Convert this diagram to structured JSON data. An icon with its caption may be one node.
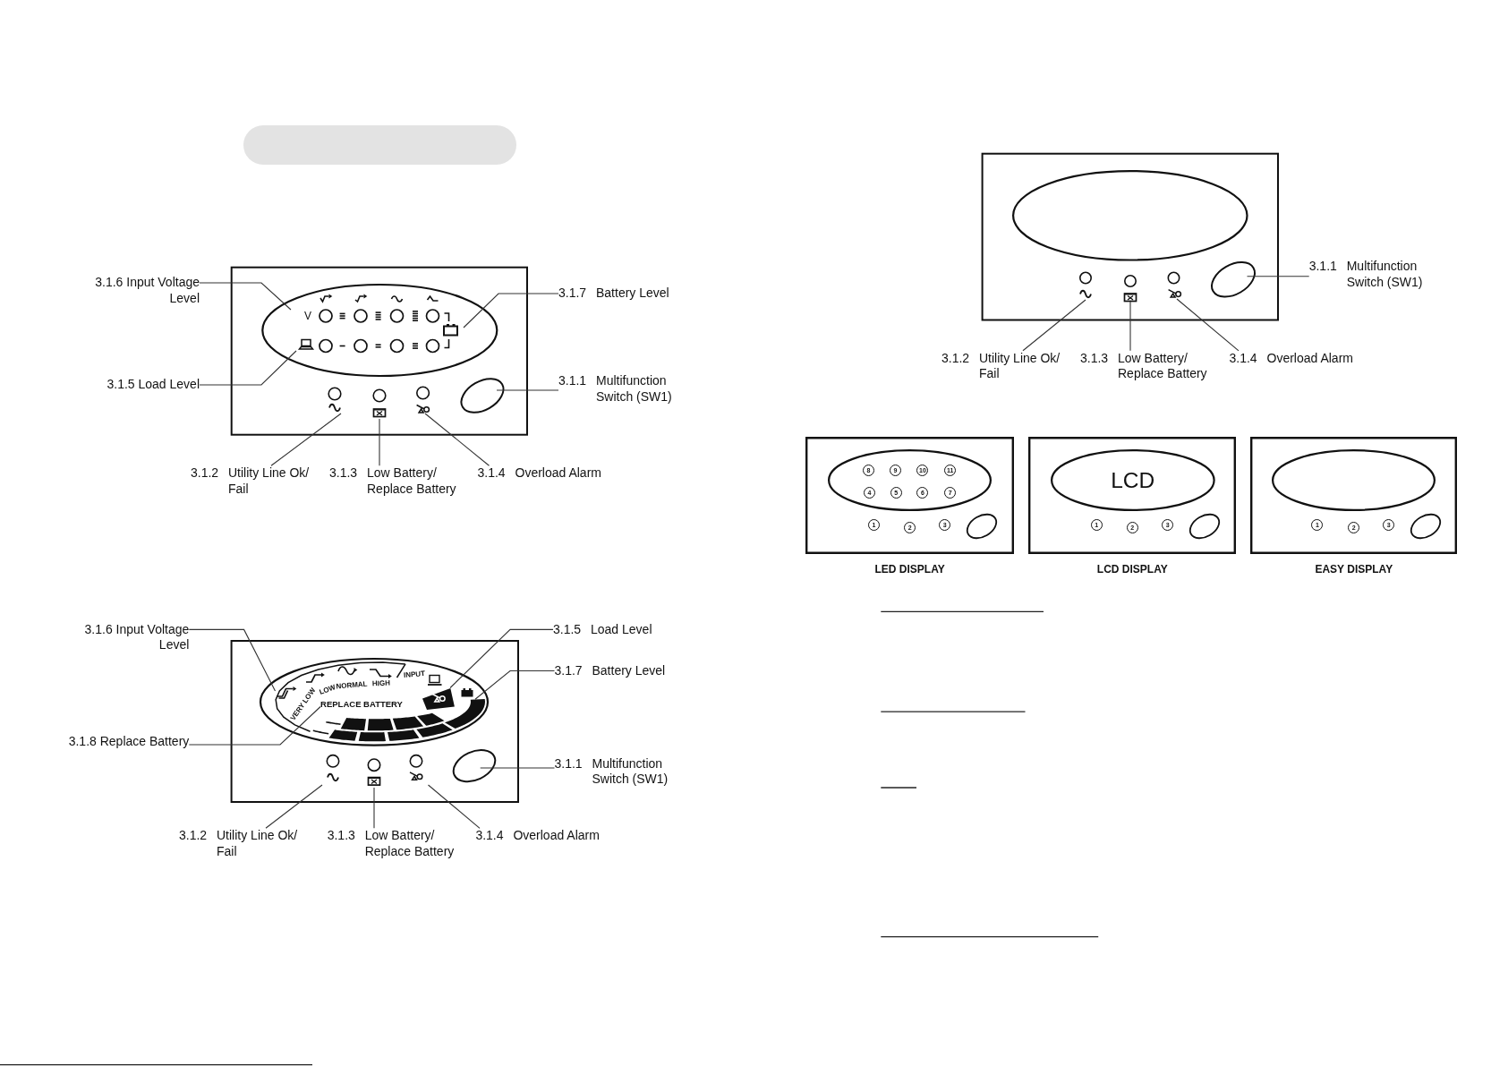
{
  "diagram": {
    "nodes": [
      {
        "text": [],
        "shape": "bar"
      },
      {
        "text": [
          "3.1.6 Input Voltage Level"
        ]
      },
      {
        "text": [
          "3.1.7",
          "Battery Level"
        ]
      },
      {
        "text": [
          "3.1.5 Load Level"
        ]
      },
      {
        "text": [
          "3.1.1",
          "Multifunction Switch (SW1)"
        ]
      },
      {
        "text": [
          "3.1.2",
          "Utility Line Ok/ Fail"
        ]
      },
      {
        "text": [
          "3.1.3",
          "Low Battery/ Replace Battery"
        ]
      },
      {
        "text": [
          "3.1.4",
          "Overload Alarm"
        ]
      },
      {
        "text": [
          "3.1.6 Input Voltage Level"
        ]
      },
      {
        "text": [
          "3.1.5",
          "Load Level"
        ]
      },
      {
        "text": [
          "3.1.7",
          "Battery Level"
        ]
      },
      {
        "text": [
          "3.1.8 Replace Battery"
        ]
      },
      {
        "text": [
          "3.1.1",
          "Multifunction Switch (SW1)"
        ]
      },
      {
        "text": [
          "3.1.2",
          "Utility Line Ok/ Fail"
        ]
      },
      {
        "text": [
          "3.1.3",
          "Low Battery/ Replace Battery"
        ]
      },
      {
        "text": [
          "3.1.4",
          "Overload Alarm"
        ]
      },
      {
        "text": [],
        "shape": "picture"
      },
      {
        "text": [],
        "shape": "bar"
      },
      {
        "text": [],
        "shape": "bar"
      },
      {
        "text": [
          "REPLACE BATTERY"
        ]
      },
      {
        "text": [
          "3.1.1",
          "Multifunction Switch (SW1)"
        ]
      },
      {
        "text": [
          "3.1.2",
          "Utility Line Ok/ Fail"
        ]
      },
      {
        "text": [
          "3.1.3",
          "Low Battery/ Replace Battery"
        ]
      },
      {
        "text": [
          "3.1.4",
          "Overload Alarm"
        ]
      },
      {
        "text": [],
        "shape": "box",
        "beside": [
          "LED DISPLAY"
        ]
      },
      {
        "text": [],
        "shape": "ellipse",
        "in": 24
      },
      {
        "text": [
          "8"
        ],
        "in": 25
      },
      {
        "text": [
          "9"
        ],
        "in": 25
      },
      {
        "text": [
          "10"
        ],
        "in": 25
      },
      {
        "text": [
          "11"
        ],
        "in": 25
      },
      {
        "text": [
          "4"
        ],
        "in": 25
      },
      {
        "text": [
          "5"
        ],
        "in": 25
      },
      {
        "text": [
          "6"
        ],
        "in": 25
      },
      {
        "text": [
          "7"
        ],
        "in": 25
      },
      {
        "text": [
          "1"
        ],
        "in": 24
      },
      {
        "text": [
          "2"
        ],
        "in": 24
      },
      {
        "text": [
          "3"
        ],
        "in": 24
      },
      {
        "text": [],
        "shape": "box",
        "beside": [
          "LCD DISPLAY"
        ]
      },
      {
        "text": [
          "LCD"
        ],
        "in": 37
      },
      {
        "text": [
          "1"
        ],
        "in": 37
      },
      {
        "text": [
          "2"
        ],
        "in": 37
      },
      {
        "text": [
          "3"
        ],
        "in": 37
      },
      {
        "text": [],
        "shape": "box",
        "beside": [
          "EASY DISPLAY"
        ]
      },
      {
        "text": [],
        "shape": "ellipse",
        "in": 42
      },
      {
        "text": [
          "1"
        ],
        "in": 42
      },
      {
        "text": [
          "2"
        ],
        "in": 42
      },
      {
        "text": [
          "3"
        ],
        "in": 42
      }
    ],
    "edges": [
      {
        "from": 1,
        "to": null,
        "arrow": "none"
      },
      {
        "from": 2,
        "to": null,
        "arrow": "none"
      },
      {
        "from": 3,
        "to": null,
        "arrow": "none"
      },
      {
        "from": 4,
        "to": null,
        "arrow": "none"
      },
      {
        "from": 5,
        "to": null,
        "arrow": "none"
      },
      {
        "from": 6,
        "to": null,
        "arrow": "none"
      },
      {
        "from": 7,
        "to": null,
        "arrow": "none"
      },
      {
        "from": 8,
        "to": 16,
        "arrow": "none"
      },
      {
        "from": 9,
        "to": 17,
        "arrow": "none"
      },
      {
        "from": 10,
        "to": 18,
        "arrow": "none"
      },
      {
        "from": 11,
        "to": 19,
        "arrow": "none"
      },
      {
        "from": 12,
        "to": null,
        "arrow": "none"
      },
      {
        "from": 13,
        "to": null,
        "arrow": "none"
      },
      {
        "from": 14,
        "to": null,
        "arrow": "none"
      },
      {
        "from": 15,
        "to": null,
        "arrow": "none"
      },
      {
        "from": 20,
        "to": null,
        "arrow": "none"
      },
      {
        "from": 21,
        "to": null,
        "arrow": "none"
      },
      {
        "from": 22,
        "to": null,
        "arrow": "none"
      },
      {
        "from": 23,
        "to": null,
        "arrow": "none"
      }
    ],
    "labels": [
      "V",
      "VERY LOW",
      "LOW",
      "NORMAL",
      "HIGH",
      "INPUT"
    ]
  }
}
